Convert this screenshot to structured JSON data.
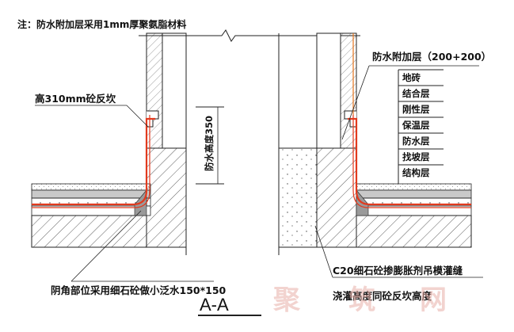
{
  "note": "注：防水附加层采用1mm厚聚氨脂材料",
  "labels": {
    "waterproof_additional_layer": "防水附加层（200+200）",
    "curb_height": "高310mm砼反坎",
    "waterproof_height": "防水高度350",
    "corner_treatment": "阴角部位采用细石砼做小泛水150*150",
    "c20_fill_line1": "C20细石砼掺膨胀剂吊模灌缝",
    "c20_fill_line2": "浇灌高度同砼反坎高度",
    "section_title": "A-A"
  },
  "layers": [
    "地砖",
    "结合层",
    "刚性层",
    "保温层",
    "防水层",
    "找坡层",
    "结构层"
  ],
  "watermark": {
    "text": "聚",
    "text2": "筑",
    "text3": "网"
  },
  "colors": {
    "line": "#1a1a1a",
    "waterproof": "#e23a1e",
    "insulation_fill": "#bfbfbf",
    "label_box_line": "#1a1a1a"
  }
}
